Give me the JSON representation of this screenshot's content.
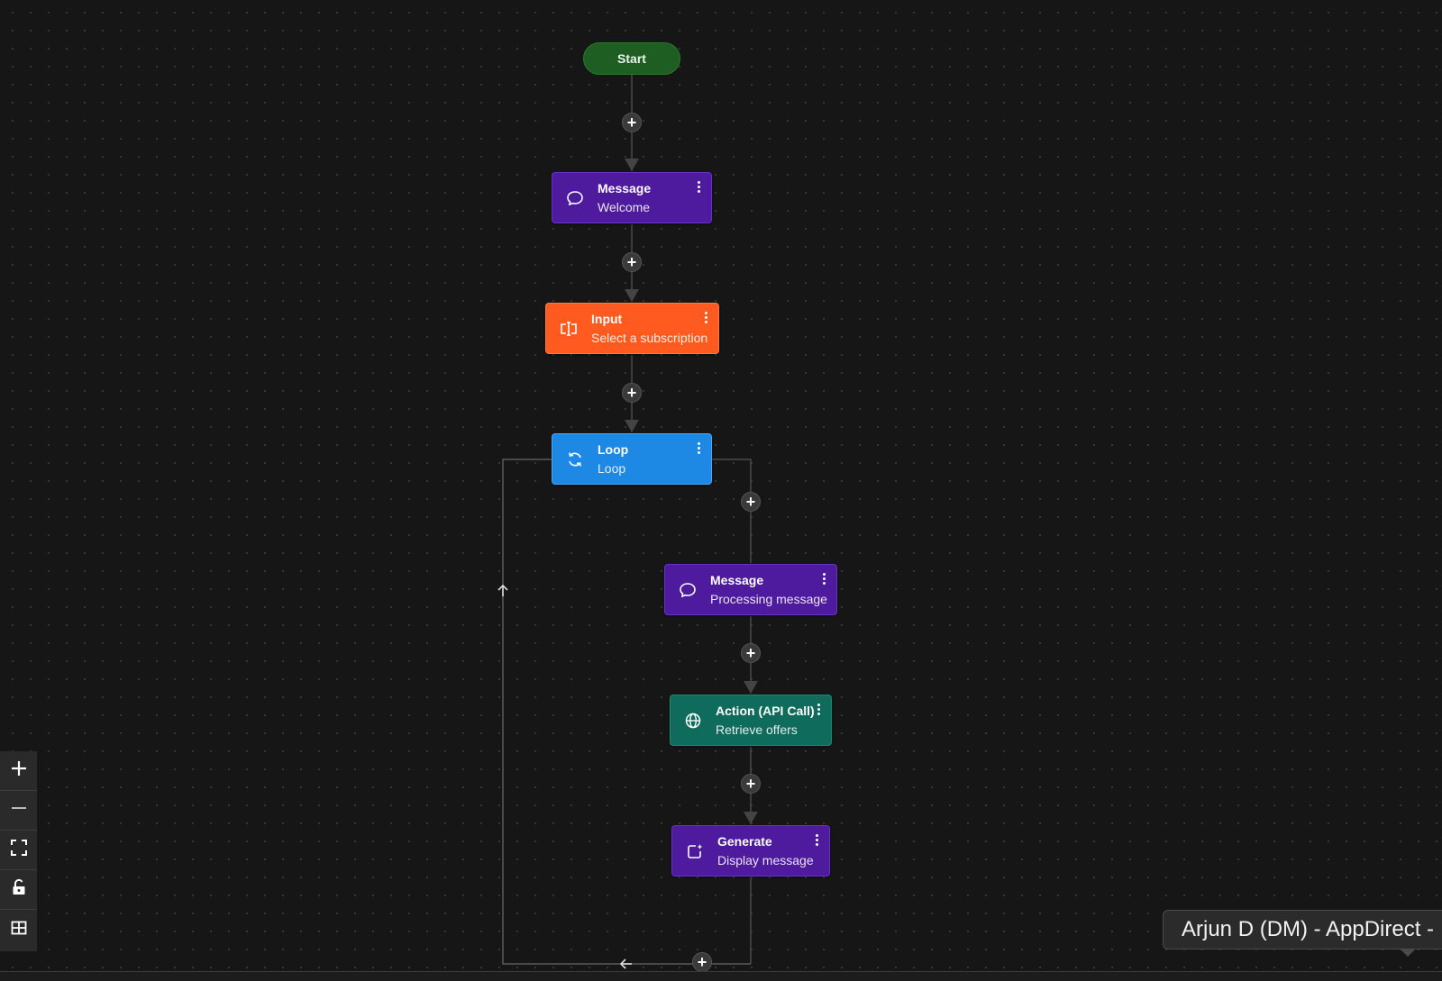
{
  "flow": {
    "start": {
      "label": "Start"
    },
    "nodes": [
      {
        "id": "message-welcome",
        "title": "Message",
        "subtitle": "Welcome",
        "icon": "chat-bubble-icon",
        "color": "#4e1a9e"
      },
      {
        "id": "input-subscription",
        "title": "Input",
        "subtitle": "Select a subscription",
        "icon": "text-cursor-input-icon",
        "color": "#ff5a1f"
      },
      {
        "id": "loop",
        "title": "Loop",
        "subtitle": "Loop",
        "icon": "refresh-icon",
        "color": "#1e88e5"
      },
      {
        "id": "message-processing",
        "title": "Message",
        "subtitle": "Processing message",
        "icon": "chat-bubble-icon",
        "color": "#4e1a9e"
      },
      {
        "id": "action-api",
        "title": "Action (API Call)",
        "subtitle": "Retrieve offers",
        "icon": "globe-icon",
        "color": "#0f6b5c"
      },
      {
        "id": "generate",
        "title": "Generate",
        "subtitle": "Display message",
        "icon": "sparkle-box-icon",
        "color": "#4e1a9e"
      }
    ],
    "add_button_glyph": "+"
  },
  "controls": [
    {
      "name": "zoom-in",
      "icon": "plus-icon"
    },
    {
      "name": "zoom-out",
      "icon": "minus-icon"
    },
    {
      "name": "fit-view",
      "icon": "fit-view-icon"
    },
    {
      "name": "lock",
      "icon": "unlock-icon"
    },
    {
      "name": "minimap",
      "icon": "grid-icon"
    }
  ],
  "tooltip": {
    "text": "Arjun D (DM) - AppDirect -"
  }
}
